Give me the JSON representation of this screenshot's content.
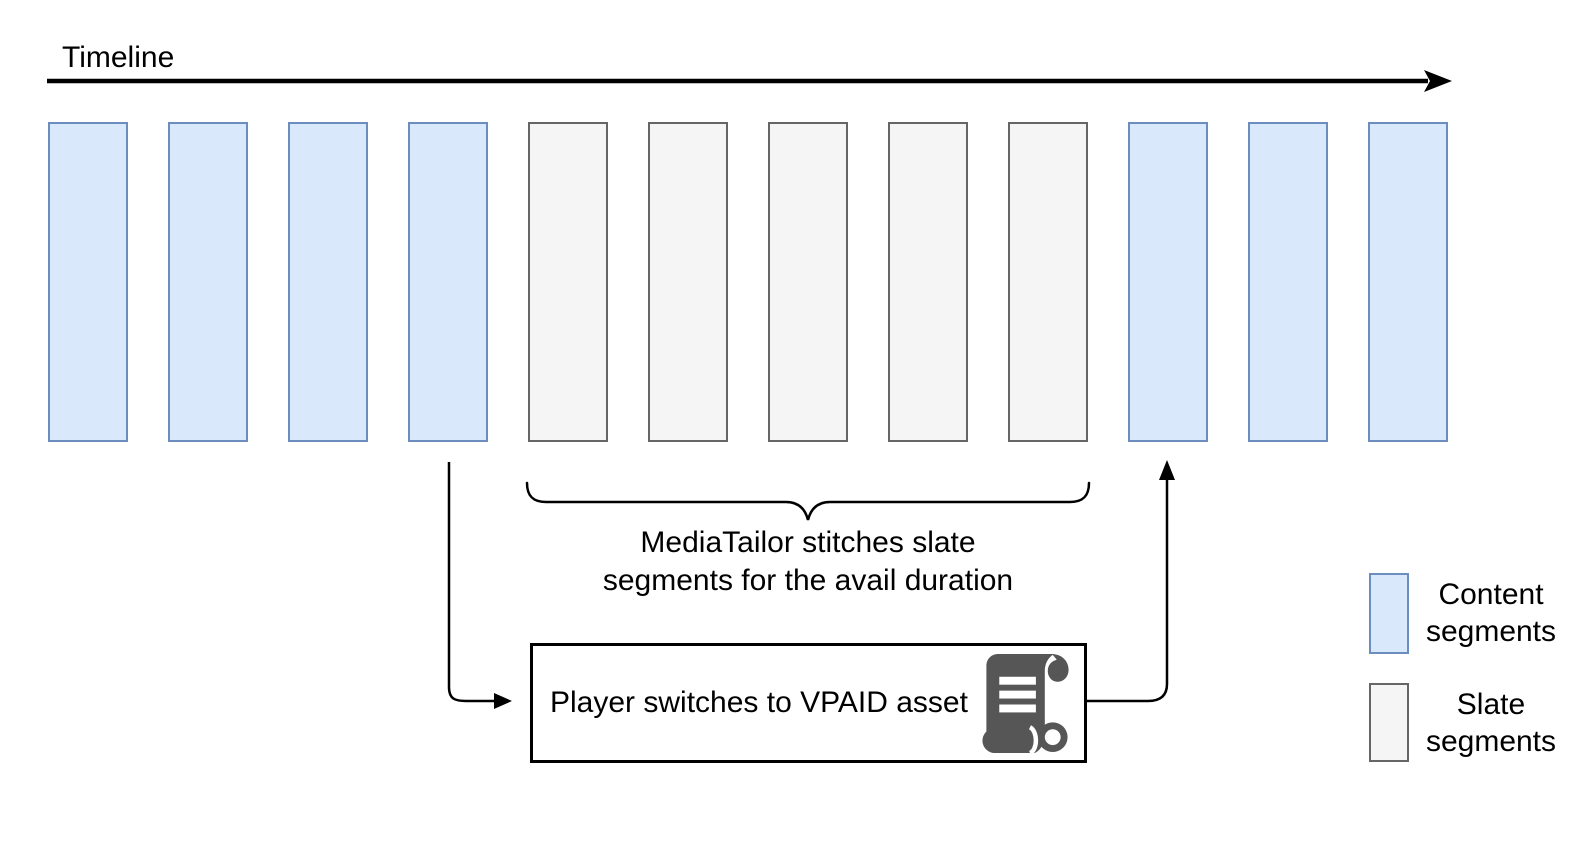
{
  "timeline": {
    "label": "Timeline"
  },
  "segments": {
    "sequence": [
      "content",
      "content",
      "content",
      "content",
      "slate",
      "slate",
      "slate",
      "slate",
      "slate",
      "content",
      "content",
      "content"
    ]
  },
  "annotation": {
    "lines": [
      "MediaTailor stitches slate",
      "segments for the avail duration"
    ]
  },
  "player_box": {
    "label": "Player switches to VPAID asset",
    "icon": "scroll-icon"
  },
  "legend": {
    "items": [
      {
        "type": "content",
        "label": "Content segments"
      },
      {
        "type": "slate",
        "label": "Slate segments"
      }
    ]
  },
  "colors": {
    "background": "#ffffff",
    "text": "#000000",
    "line": "#000000",
    "content_fill": "#dae8fc",
    "content_border": "#6c8ebf",
    "slate_fill": "#f5f5f5",
    "slate_border": "#666666",
    "icon": "#565656"
  }
}
